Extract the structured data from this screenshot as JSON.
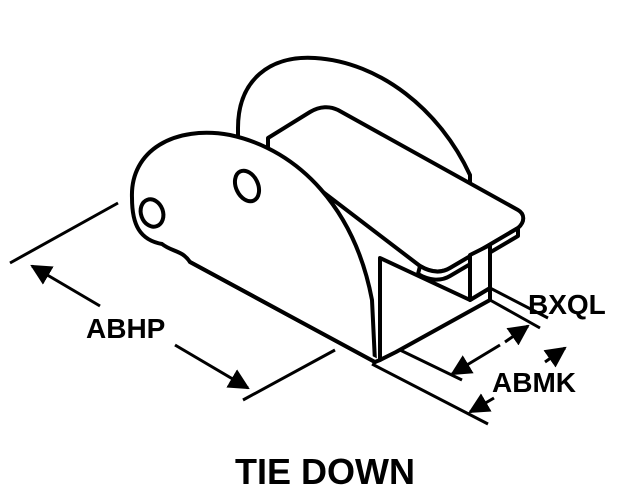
{
  "title": "TIE DOWN",
  "labels": {
    "length": "ABHP",
    "width": "ABMK",
    "thickness": "BXQL"
  },
  "colors": {
    "ink": "#000000",
    "paper": "#ffffff"
  }
}
